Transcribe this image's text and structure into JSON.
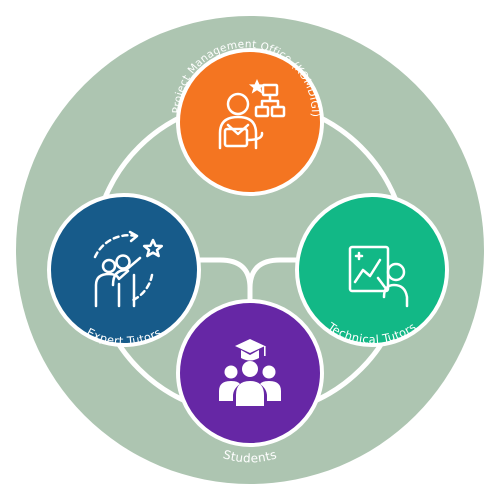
{
  "colors": {
    "background_disc": "#adc5b1",
    "connector": "#ffffff",
    "pmo": "#f47521",
    "expert": "#175b8a",
    "technical": "#12b886",
    "students": "#6627a5",
    "node_stroke": "#ffffff",
    "icon": "#ffffff"
  },
  "nodes": {
    "pmo": {
      "label": "Project Management Office (KOMDIGI)",
      "icon": "manager-org-chart-icon"
    },
    "expert": {
      "label": "Expert Tutors",
      "icon": "achievement-star-icon"
    },
    "technical": {
      "label": "Technical Tutors",
      "icon": "teacher-board-icon"
    },
    "students": {
      "label": "Students",
      "icon": "graduates-group-icon"
    }
  }
}
